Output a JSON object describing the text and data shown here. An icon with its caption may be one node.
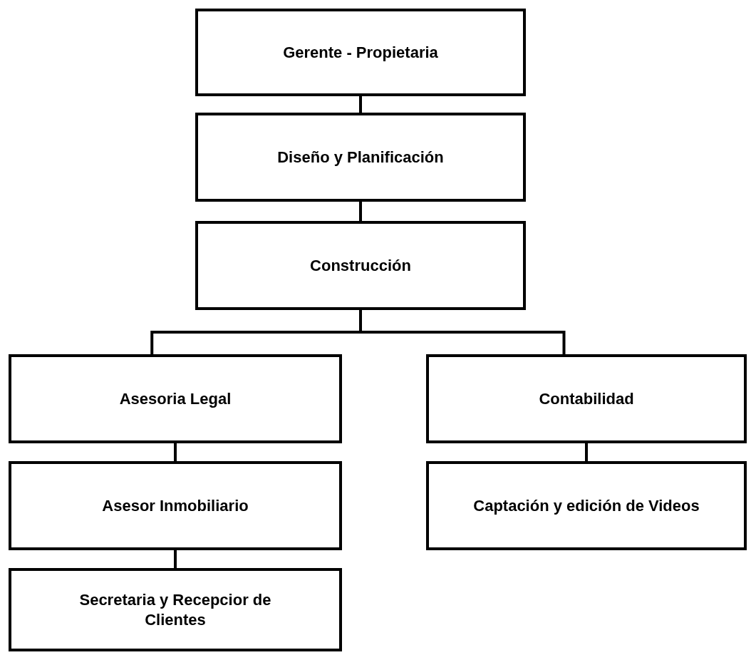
{
  "diagram": {
    "nodes": [
      {
        "text": [
          "Gerente - Propietaria"
        ]
      },
      {
        "text": [
          "Diseño y Planificación"
        ]
      },
      {
        "text": [
          "Construcción"
        ]
      },
      {
        "text": [
          "Asesoria Legal"
        ]
      },
      {
        "text": [
          "Contabilidad"
        ]
      },
      {
        "text": [
          "Asesor Inmobiliario"
        ]
      },
      {
        "text": [
          "Captación y edición de Videos"
        ]
      },
      {
        "text": [
          "Secretaria y Recepcior de Clientes"
        ]
      }
    ],
    "edges": [
      {
        "from": 0,
        "to": 1,
        "arrow": "none"
      },
      {
        "from": 1,
        "to": 2,
        "arrow": "none"
      },
      {
        "from": 2,
        "to": 3,
        "arrow": "none"
      },
      {
        "from": 2,
        "to": 4,
        "arrow": "none"
      },
      {
        "from": 3,
        "to": 5,
        "arrow": "none"
      },
      {
        "from": 5,
        "to": 7,
        "arrow": "none"
      },
      {
        "from": 4,
        "to": 6,
        "arrow": "none"
      }
    ]
  }
}
